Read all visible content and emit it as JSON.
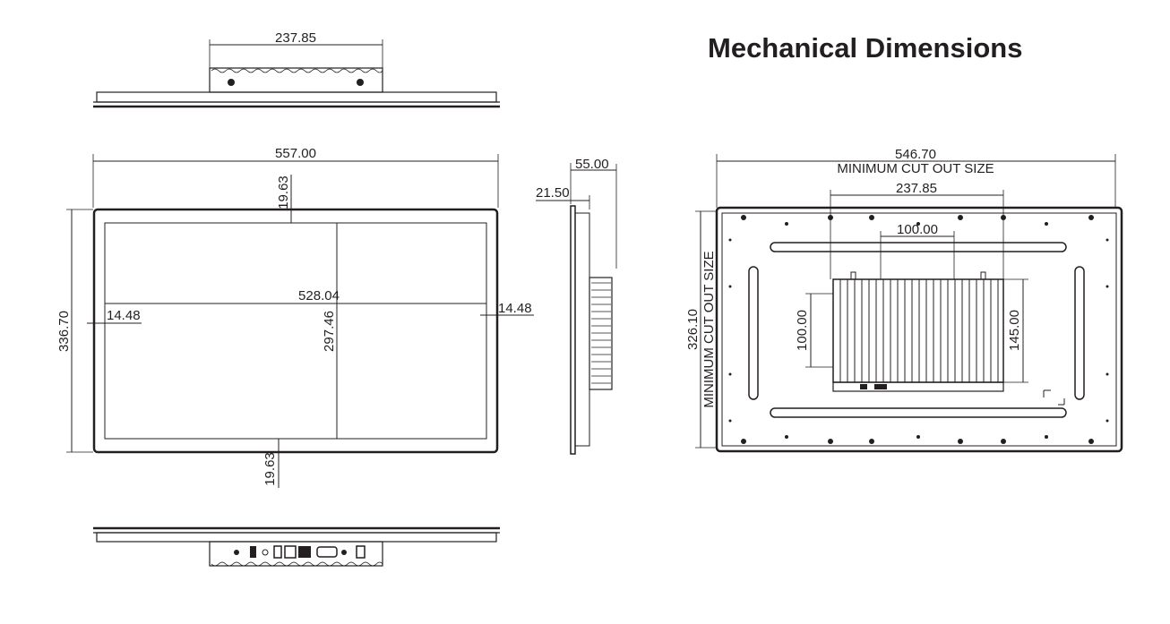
{
  "title": "Mechanical Dimensions",
  "dimensions": {
    "top_view_bracket_width": "237.85",
    "front_overall_width": "557.00",
    "front_top_border": "19.63",
    "front_overall_height": "336.70",
    "front_active_width": "528.04",
    "front_left_border": "14.48",
    "front_right_border": "14.48",
    "front_active_height": "297.46",
    "front_bottom_border": "19.63",
    "side_depth_total": "55.00",
    "side_depth_panel": "21.50",
    "rear_cutout_width": "546.70",
    "rear_cutout_height": "326.10",
    "rear_box_width": "237.85",
    "rear_vesa_horizontal": "100.00",
    "rear_vesa_vertical": "100.00",
    "rear_box_height": "145.00"
  },
  "labels": {
    "min_cutout_horizontal": "MINIMUM CUT OUT SIZE",
    "min_cutout_vertical": "MINIMUM CUT OUT SIZE"
  }
}
